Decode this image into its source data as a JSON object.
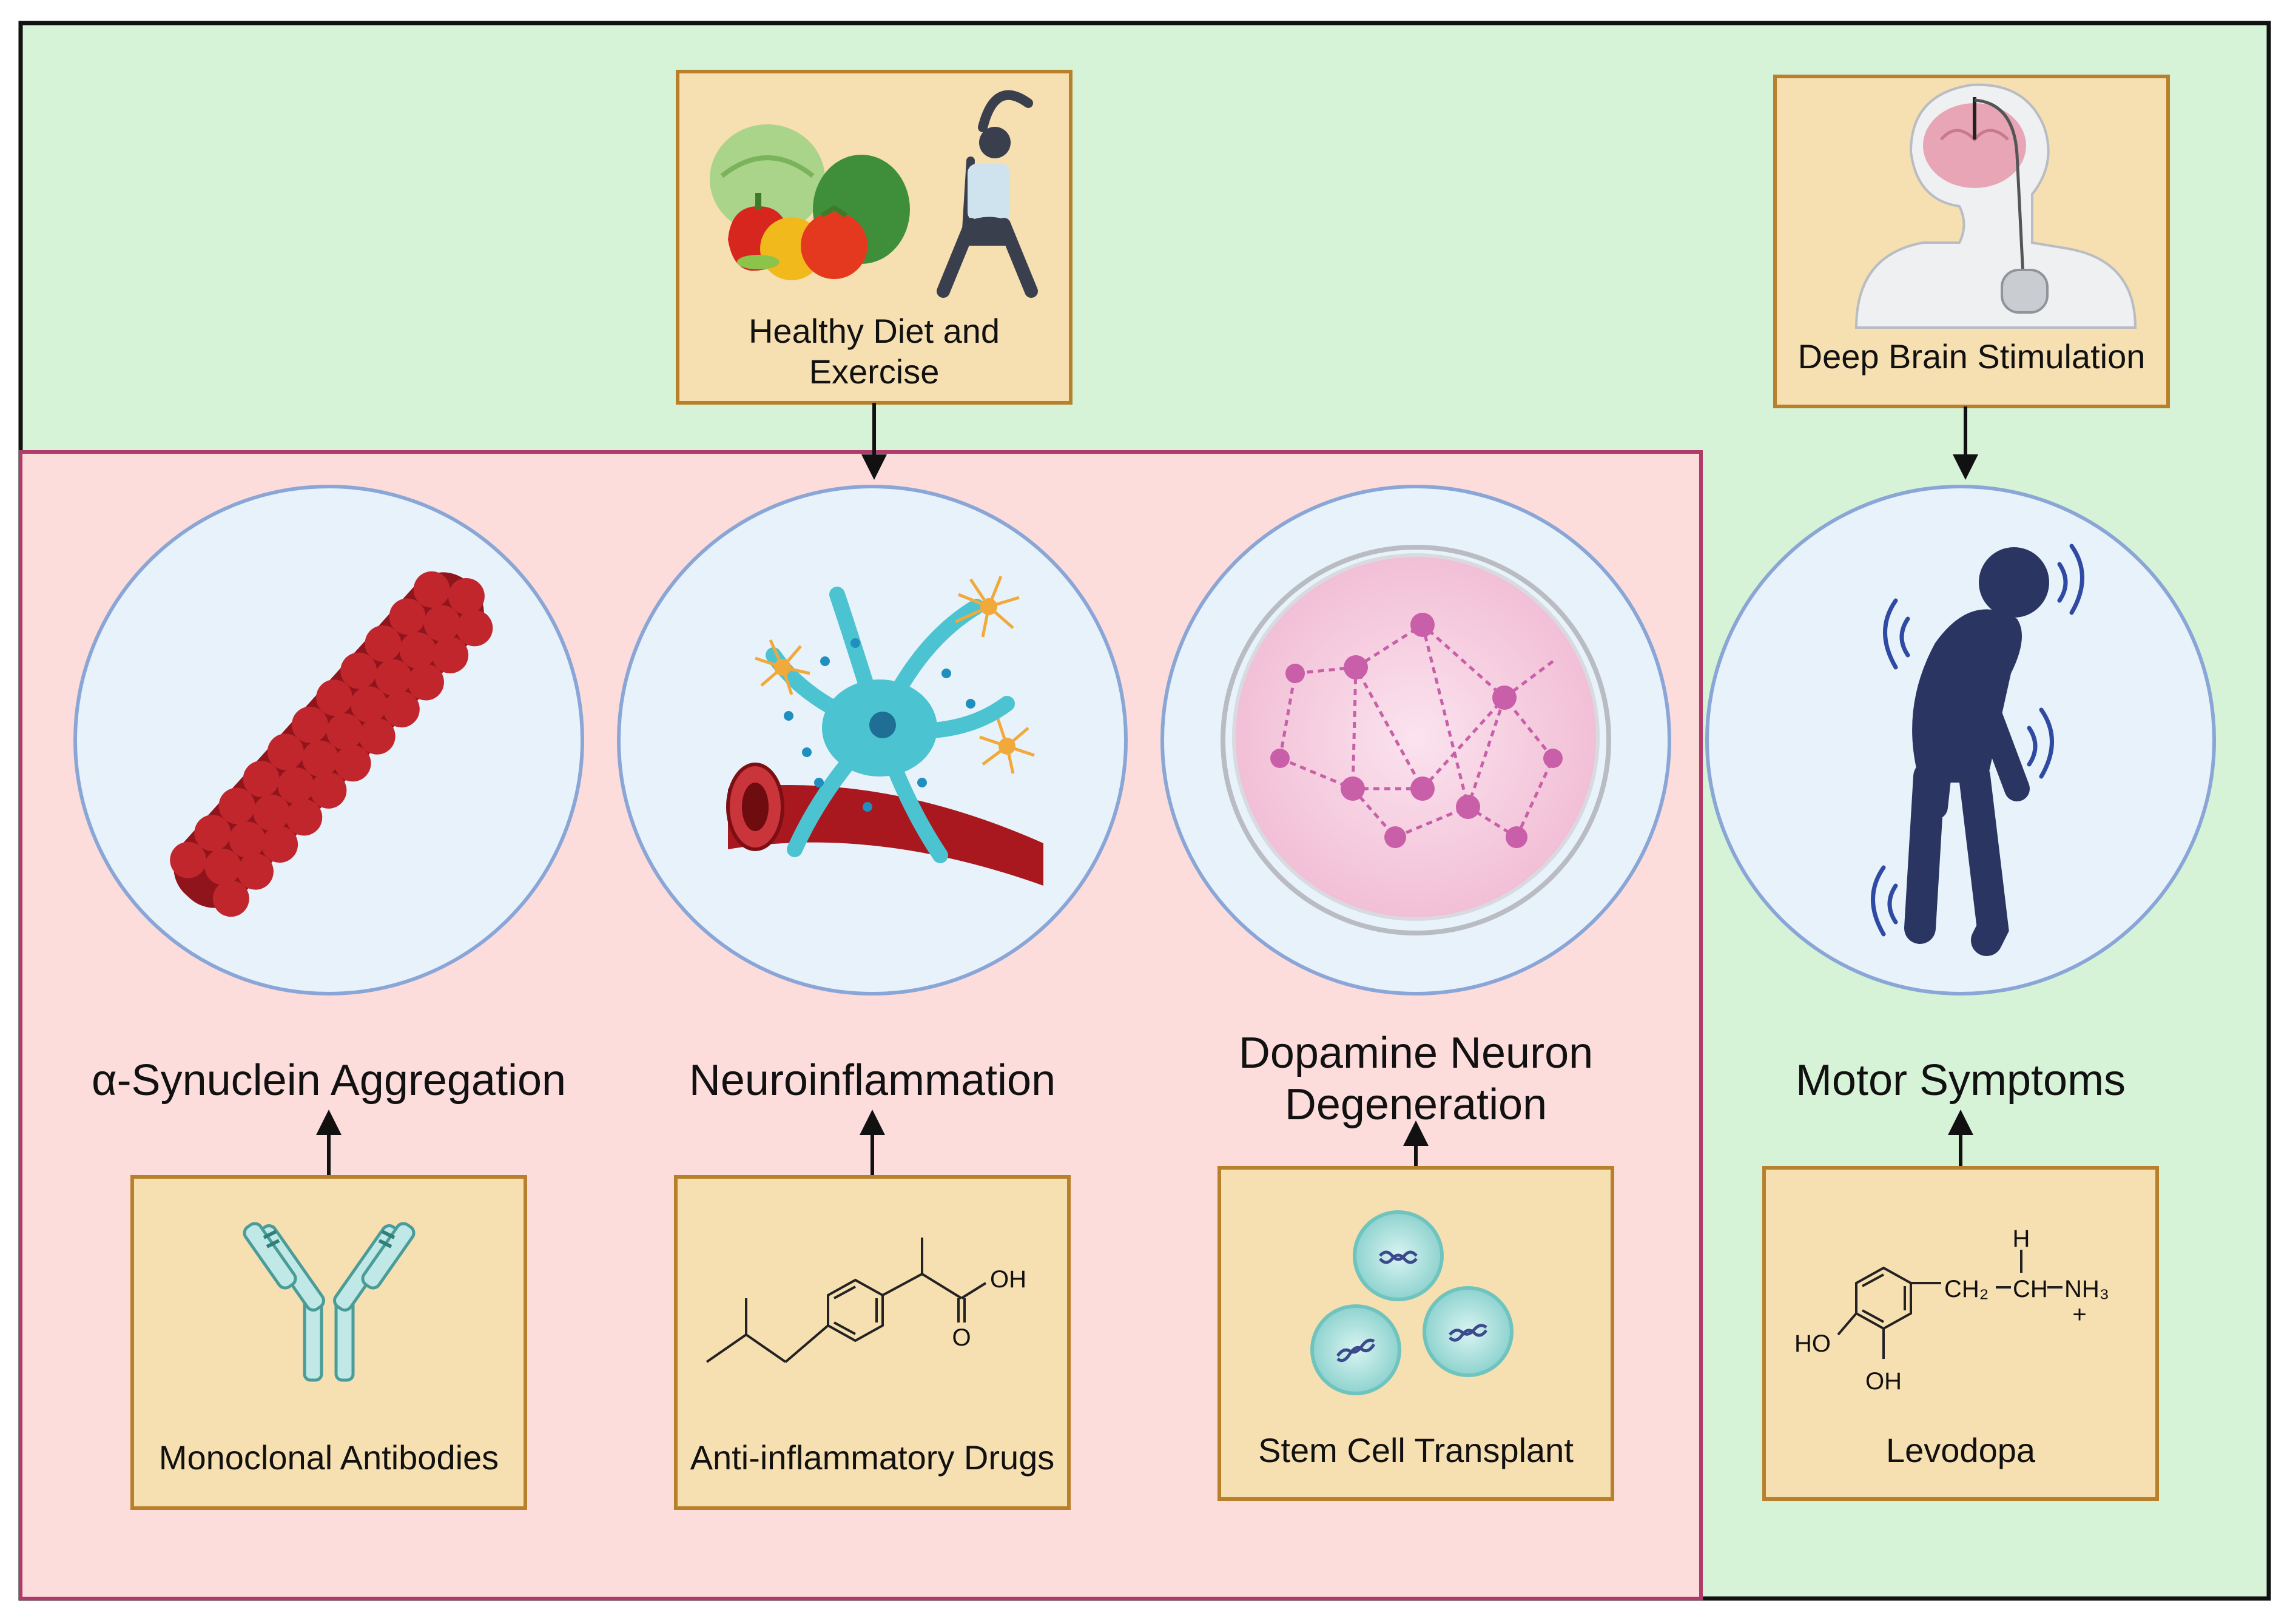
{
  "colors": {
    "outer_bg": "#d7f3d7",
    "pathology_bg": "#fddcdc",
    "pathology_border": "#b03a6a",
    "box_fill": "#f6dfb0",
    "box_border": "#b8802a",
    "circle_fill": "#e8f2fb",
    "circle_border": "#8aa6d6",
    "arrow": "#111111",
    "aggregate": "#c0262c",
    "neuron": "#4cc3d1",
    "vessel": "#a8181e",
    "dish": "#f4c9de",
    "figure": "#2a3561"
  },
  "interventions": {
    "diet_exercise": "Healthy Diet and Exercise",
    "diet_line1": "Healthy Diet and",
    "diet_line2": "Exercise",
    "dbs": "Deep Brain Stimulation",
    "antibodies": "Monoclonal Antibodies",
    "anti_inflammatory": "Anti-inflammatory Drugs",
    "stem_cell": "Stem Cell Transplant",
    "levodopa": "Levodopa"
  },
  "targets": {
    "synuclein": "α-Synuclein Aggregation",
    "neuroinflammation": "Neuroinflammation",
    "dopamine": "Dopamine Neuron Degeneration",
    "dopamine_line1": "Dopamine Neuron",
    "dopamine_line2": "Degeneration",
    "motor": "Motor Symptoms"
  },
  "chem": {
    "oh": "OH",
    "o": "O",
    "h": "H",
    "ho": "HO",
    "ch2": "CH₂",
    "ch": "CH",
    "nh3": "NH₃",
    "plus": "+"
  },
  "icons": [
    "vegetables-icon",
    "exercising-woman-icon",
    "brain-stimulator-icon",
    "protein-aggregate-icon",
    "neuron-vessel-icon",
    "petri-dish-neurons-icon",
    "stooped-person-icon",
    "antibody-icon",
    "ibuprofen-structure-icon",
    "stem-cells-icon",
    "levodopa-structure-icon"
  ]
}
